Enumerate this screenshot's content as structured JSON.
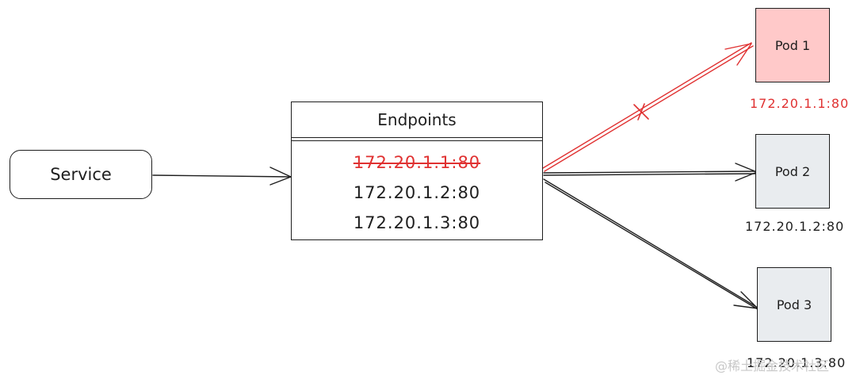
{
  "service": {
    "label": "Service"
  },
  "endpoints": {
    "title": "Endpoints",
    "items": [
      {
        "address": "172.20.1.1:80",
        "removed": true
      },
      {
        "address": "172.20.1.2:80",
        "removed": false
      },
      {
        "address": "172.20.1.3:80",
        "removed": false
      }
    ]
  },
  "pods": [
    {
      "name": "Pod 1",
      "ip": "172.20.1.1:80",
      "status": "down"
    },
    {
      "name": "Pod 2",
      "ip": "172.20.1.2:80",
      "status": "up"
    },
    {
      "name": "Pod 3",
      "ip": "172.20.1.3:80",
      "status": "up"
    }
  ],
  "watermark": "@稀土掘金技术社区",
  "colors": {
    "stroke": "#1e1e1e",
    "failed": "#e03131",
    "failed_fill": "#ffc9c9",
    "healthy_fill": "#e9ecef"
  }
}
